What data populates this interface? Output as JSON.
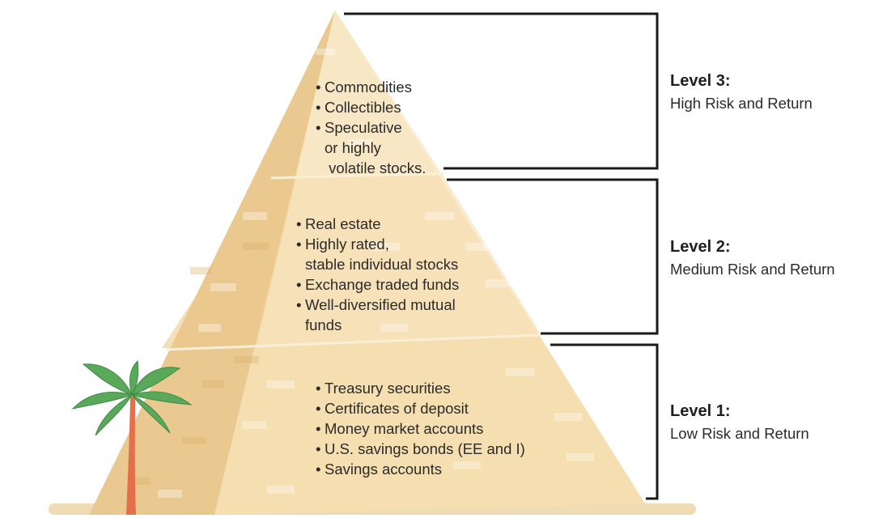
{
  "levels": [
    {
      "name": "Level 3:",
      "description": "High Risk and Return",
      "items": [
        "Commodities",
        "Collectibles",
        "Speculative\nor highly\n volatile stocks."
      ]
    },
    {
      "name": "Level 2:",
      "description": "Medium Risk and Return",
      "items": [
        "Real estate",
        "Highly rated,\nstable individual stocks",
        "Exchange traded funds",
        "Well-diversified mutual\nfunds"
      ]
    },
    {
      "name": "Level 1:",
      "description": "Low Risk and Return",
      "items": [
        "Treasury securities",
        "Certificates of deposit",
        "Money market accounts",
        "U.S. savings bonds (EE and I)",
        "Savings accounts"
      ]
    }
  ],
  "colors": {
    "pyramid_light": "#f7e6c2",
    "pyramid_mid": "#f1d49d",
    "pyramid_shadow": "#e8c283",
    "bracket": "#1a1a1a",
    "palm_trunk": "#e2704a",
    "palm_leaf": "#5aa85a",
    "ground": "#f0dcb4"
  },
  "icons": [
    "palm-tree-icon"
  ]
}
